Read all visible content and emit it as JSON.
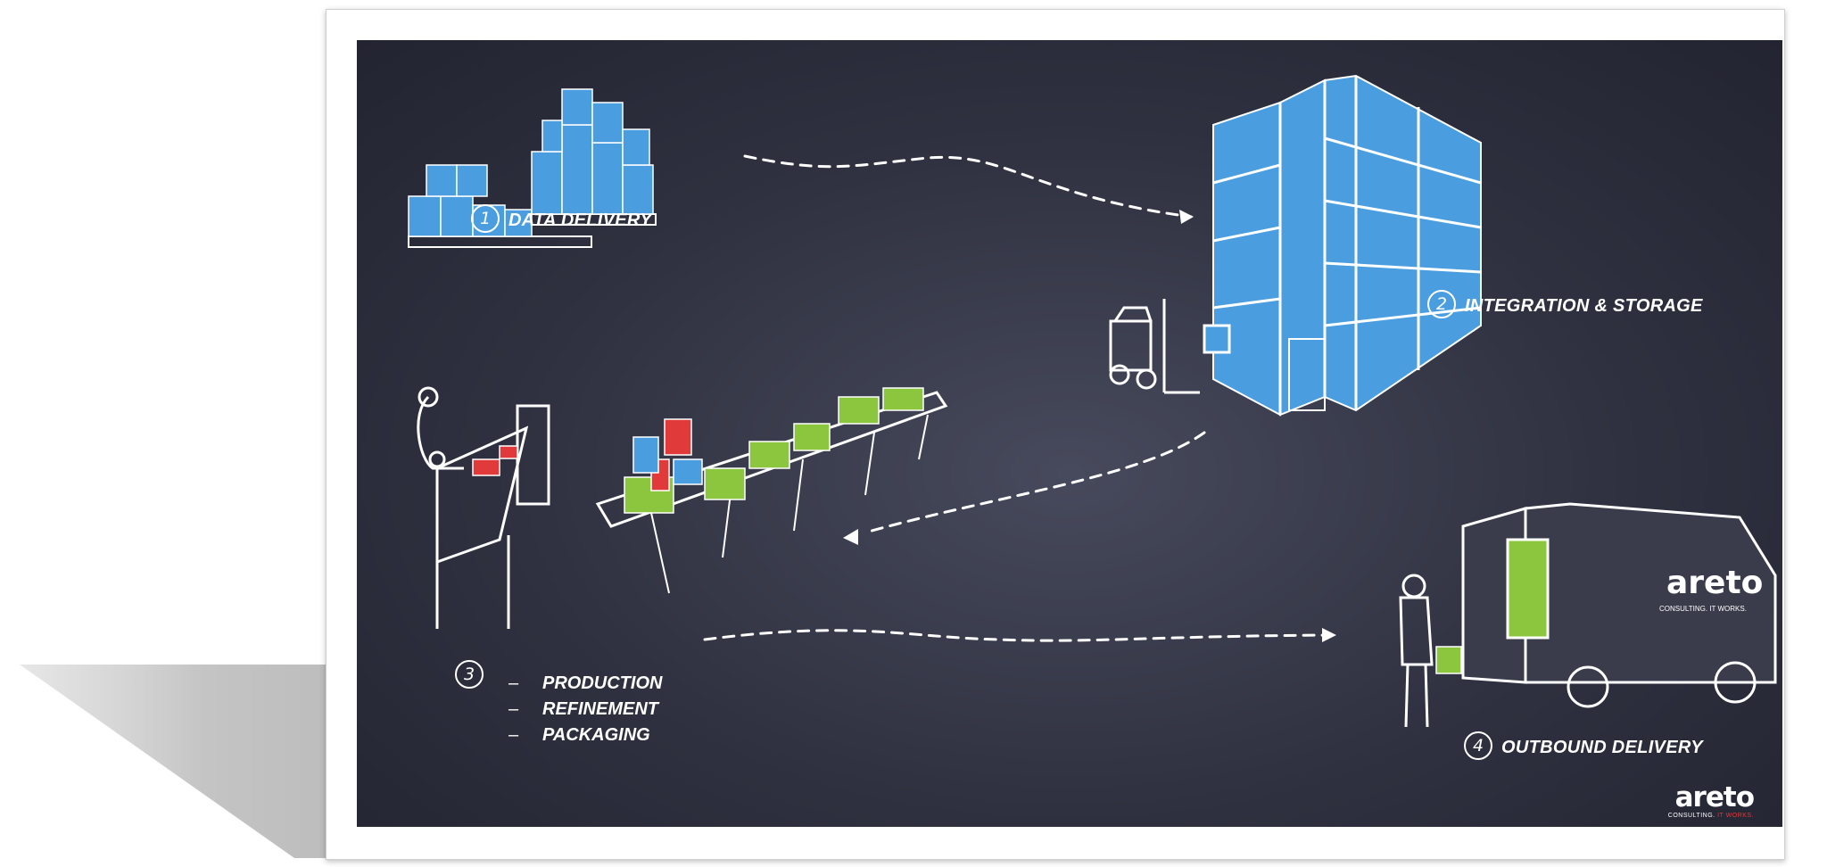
{
  "steps": {
    "step1": {
      "number": "1",
      "label": "DATA DELIVERY"
    },
    "step2": {
      "number": "2",
      "label": "INTEGRATION & STORAGE"
    },
    "step3": {
      "number": "3",
      "items": [
        "PRODUCTION",
        "REFINEMENT",
        "PACKAGING"
      ]
    },
    "step4": {
      "number": "4",
      "label": "OUTBOUND DELIVERY"
    }
  },
  "list_dash": "–",
  "logo": {
    "word": "areto",
    "tagline_main": "CONSULTING.",
    "tagline_accent": "IT WORKS."
  },
  "van_logo": {
    "word": "areto",
    "tagline": "CONSULTING. IT WORKS."
  },
  "colors": {
    "board": "#2f3140",
    "chalk": "#ffffff",
    "boxes_blue": "#4a9ee0",
    "boxes_red": "#e03a3a",
    "boxes_green": "#8cc63f"
  },
  "icons": [
    "pallet-boxes-icon",
    "warehouse-rack-icon",
    "forklift-icon",
    "robot-arm-icon",
    "conveyor-icon",
    "delivery-van-icon",
    "delivery-person-icon"
  ]
}
